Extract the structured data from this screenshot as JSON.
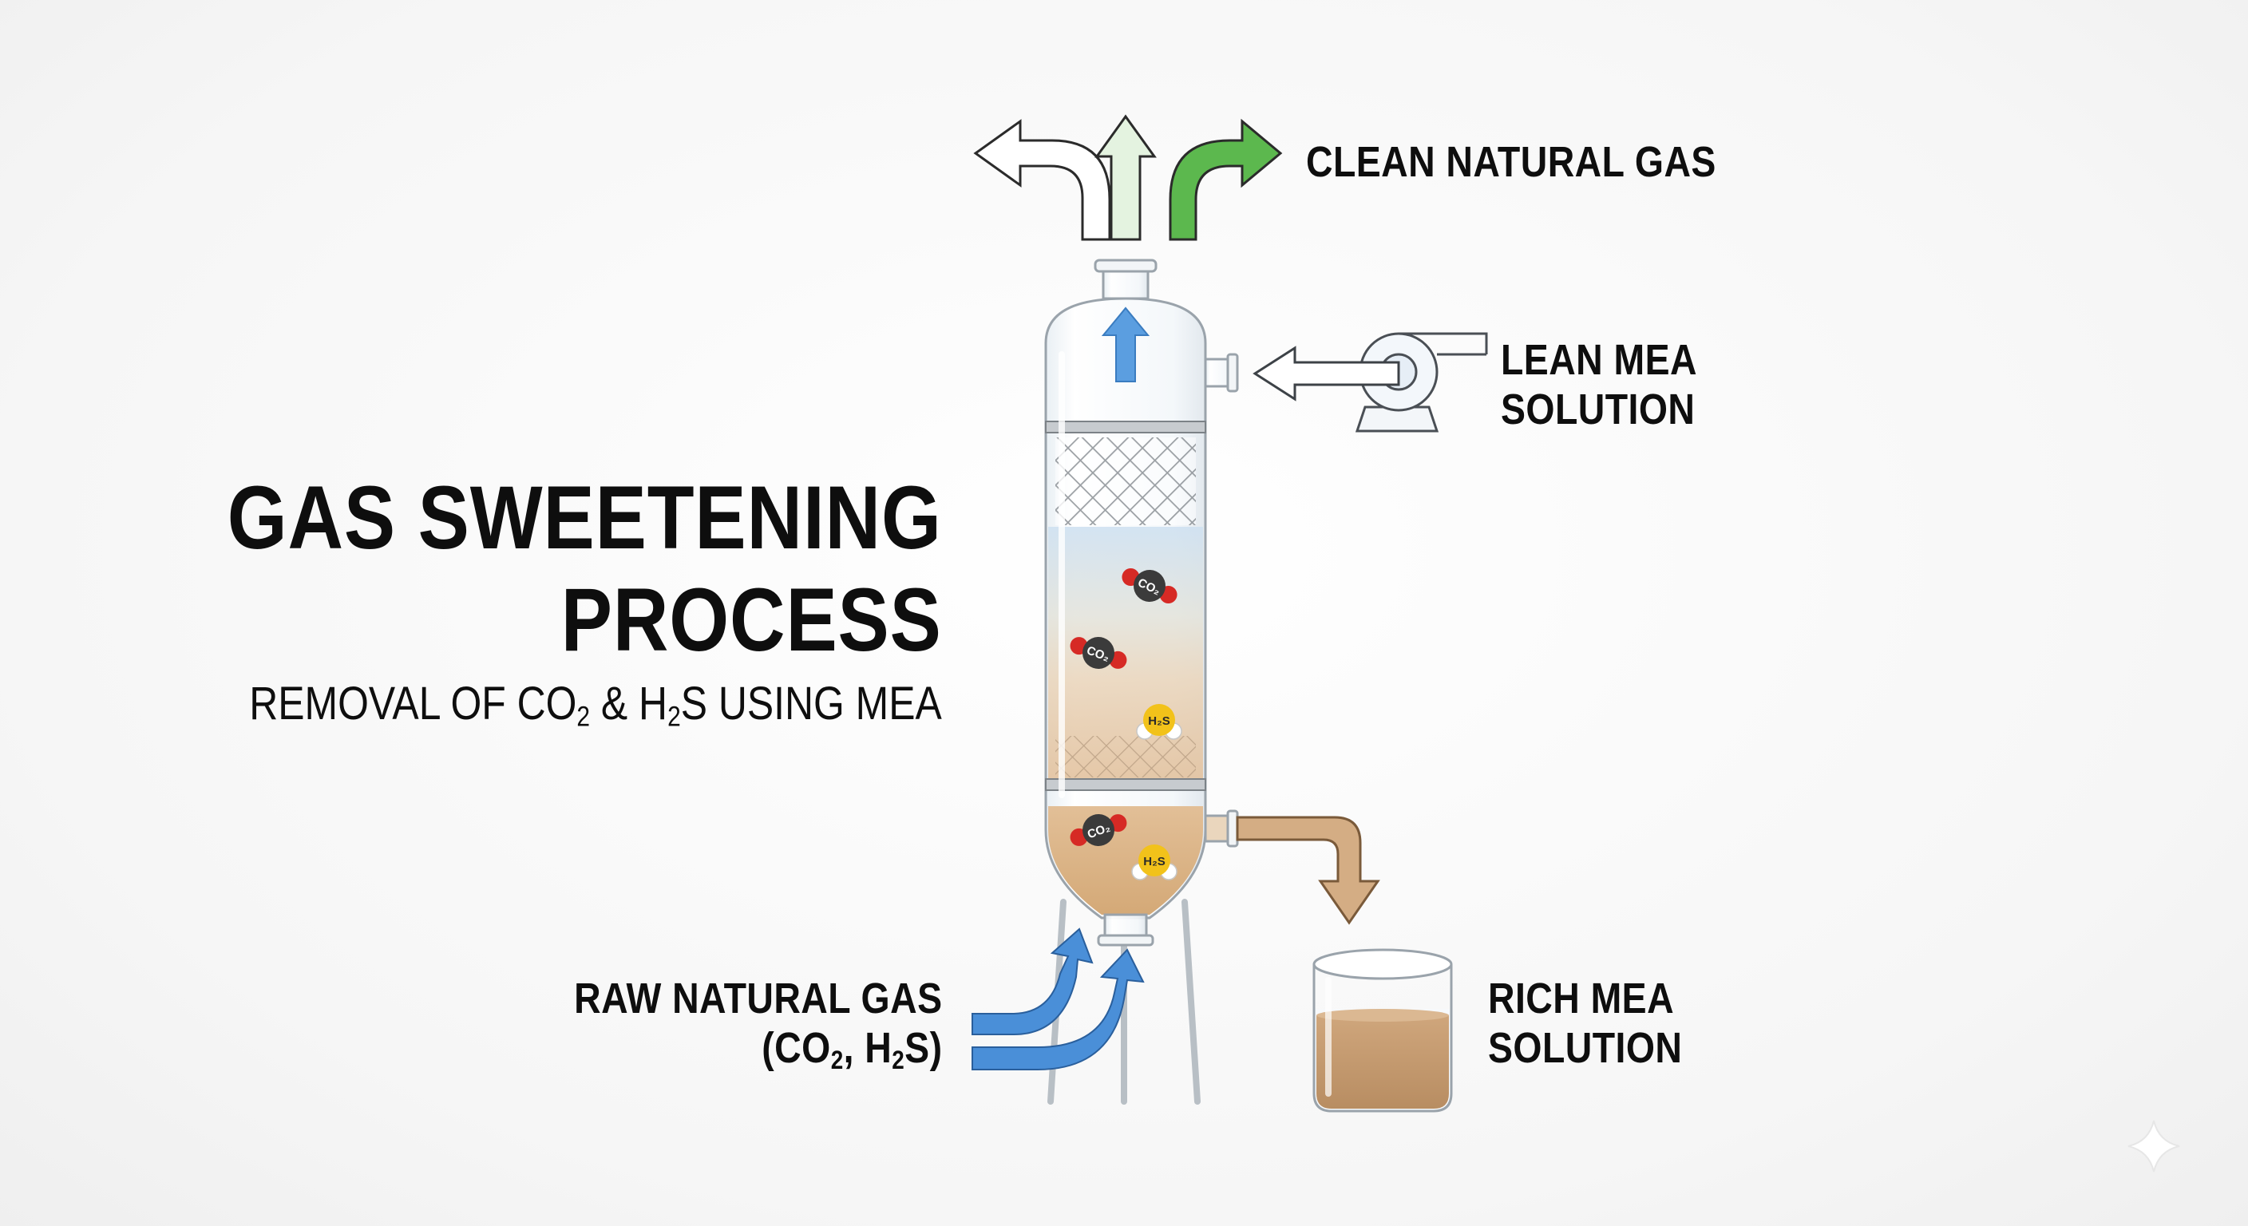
{
  "title": {
    "line1": "GAS SWEETENING",
    "line2": "PROCESS"
  },
  "subtitle": {
    "prefix": "REMOVAL OF CO",
    "sub1": "2",
    "middle": " & H",
    "sub2": "2",
    "suffix": "S USING MEA"
  },
  "labels": {
    "clean_gas": "CLEAN NATURAL GAS",
    "lean_line1": "LEAN MEA",
    "lean_line2": "SOLUTION",
    "raw_line1": "RAW NATURAL GAS",
    "raw_line2_a": "(CO",
    "raw_line2_sub1": "2",
    "raw_line2_b": ", H",
    "raw_line2_sub2": "2",
    "raw_line2_c": "S)",
    "rich_line1": "RICH MEA",
    "rich_line2": "SOLUTION"
  },
  "molecules": {
    "co2": "CO₂",
    "h2s": "H₂S"
  },
  "colors": {
    "gas_arrow_blue": "#4a8fd8",
    "clean_green": "#5cb84e",
    "rich_tan": "#c9a37c",
    "lean_blue_light": "#dbe8f4",
    "oxygen_red": "#d62a25",
    "carbon_dark": "#3b3b3b",
    "sulfur_yellow": "#f2c21a"
  }
}
